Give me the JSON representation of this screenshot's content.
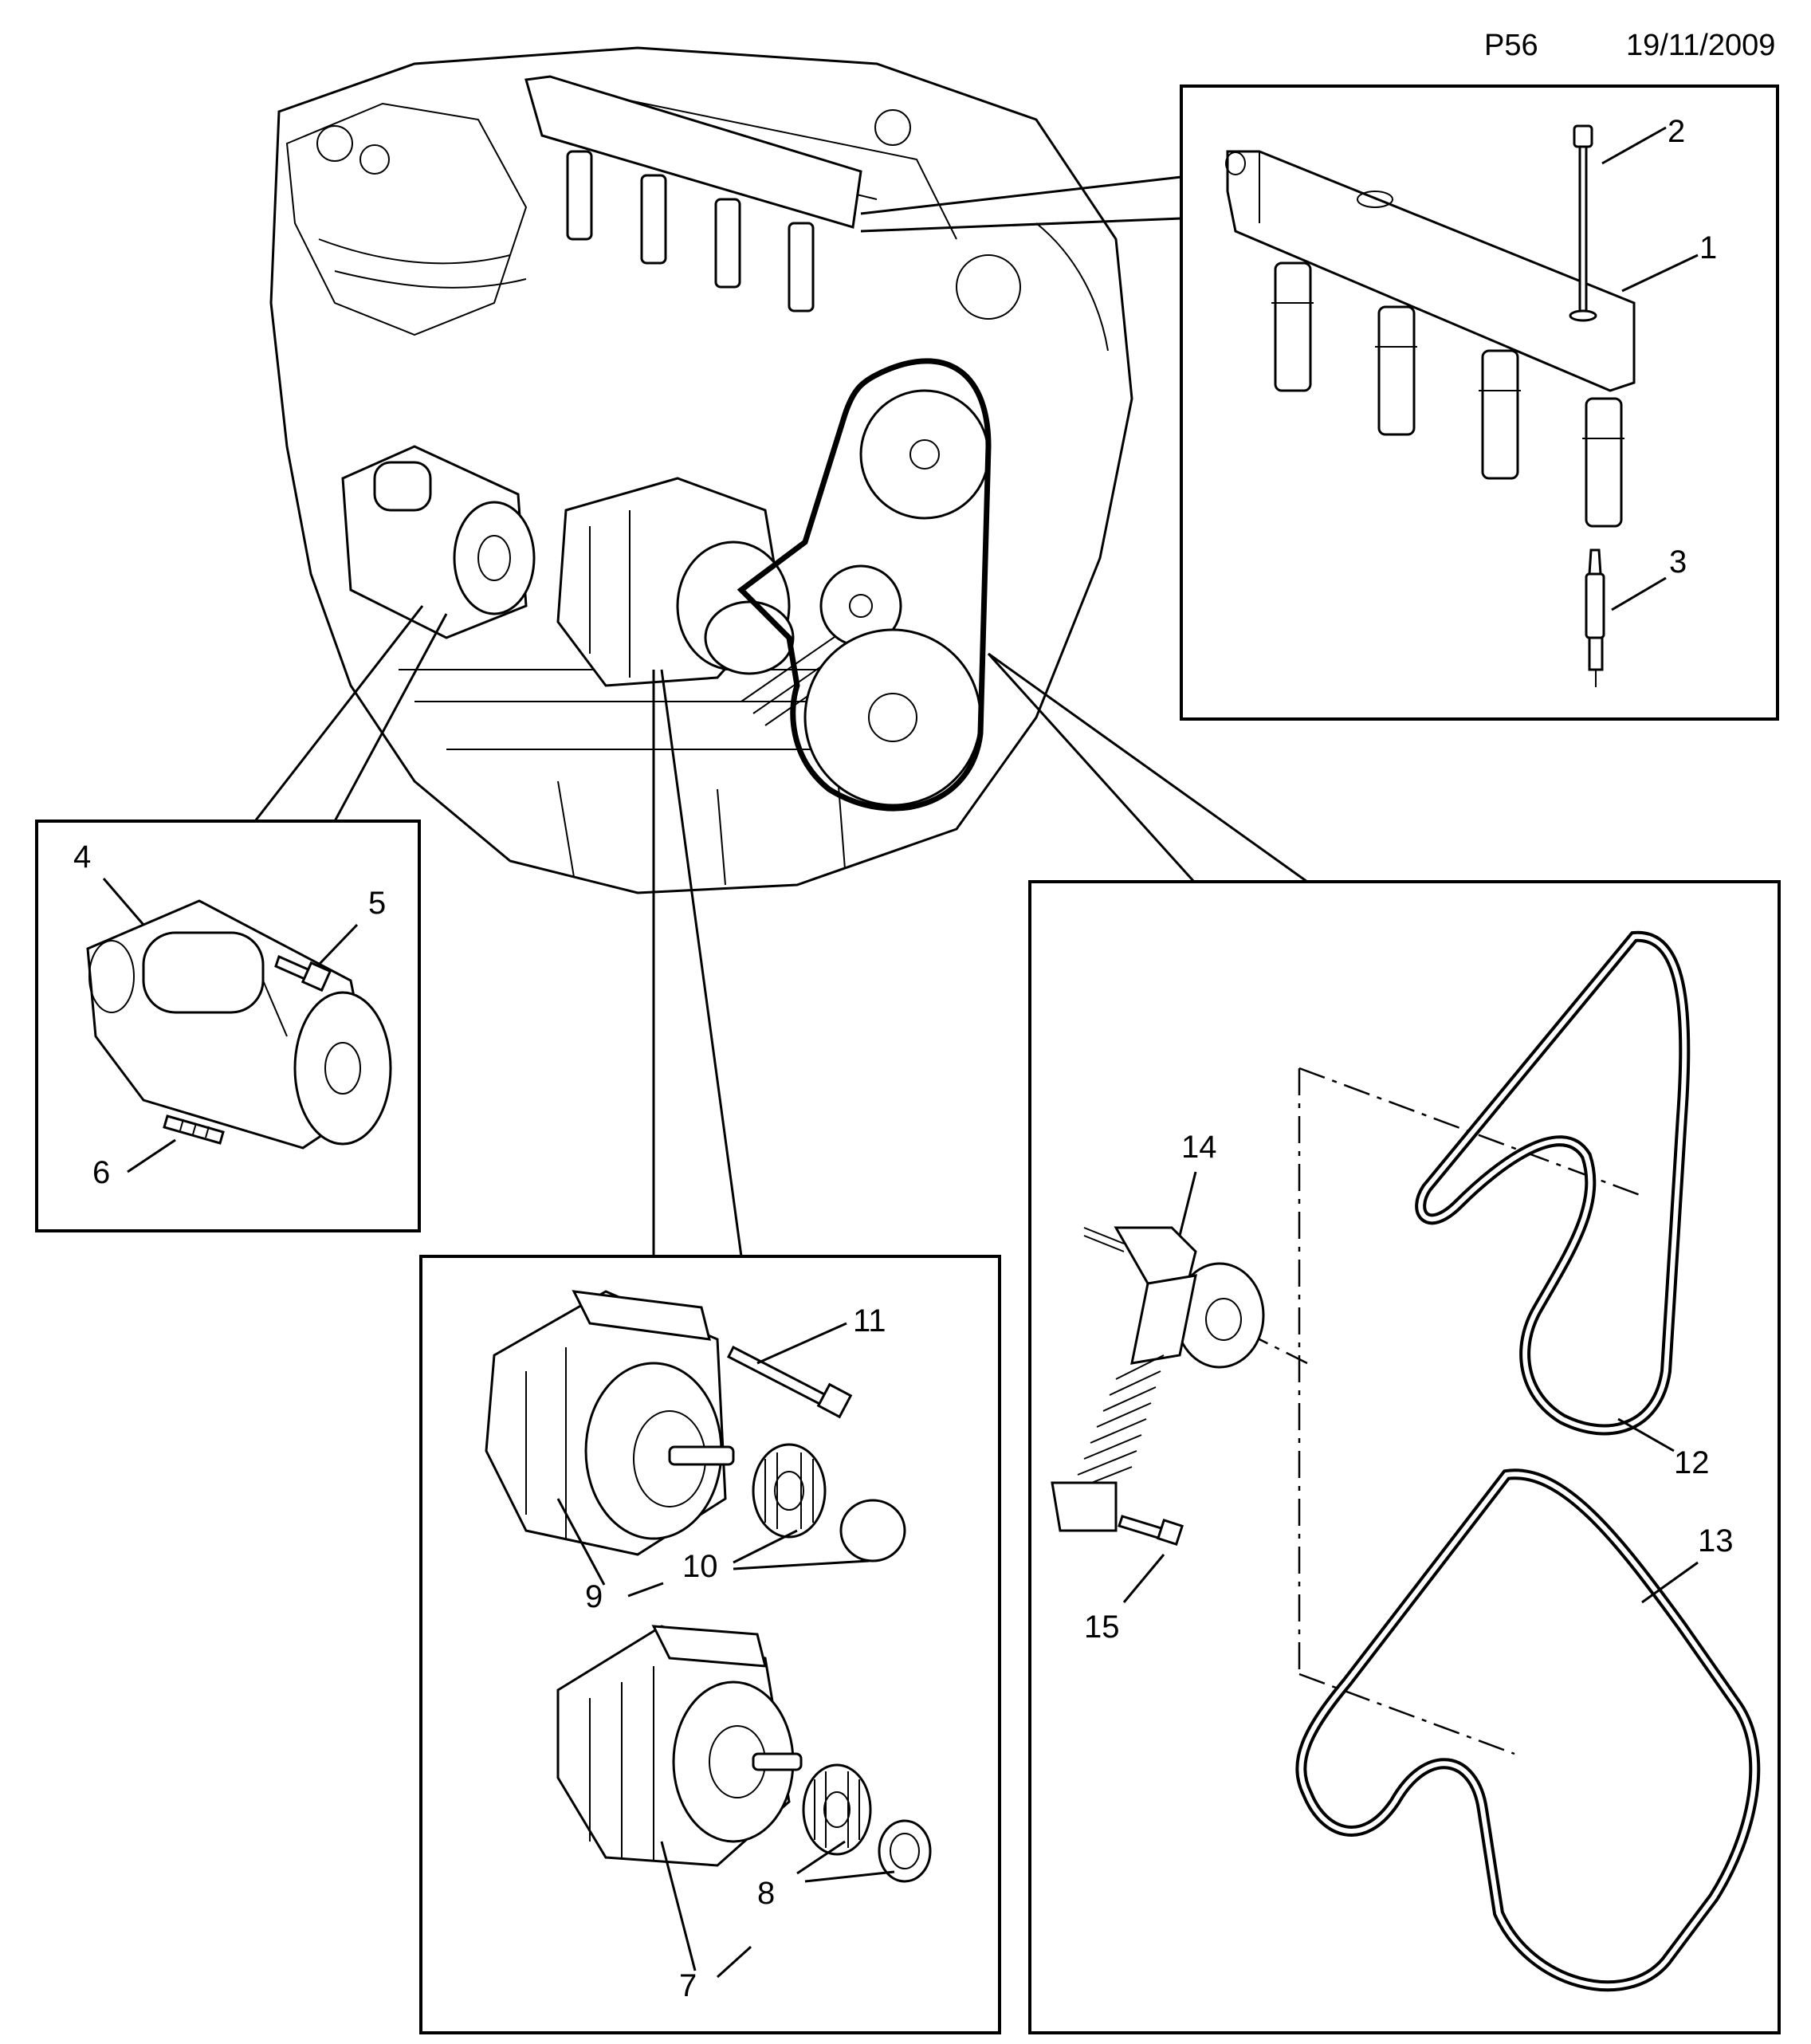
{
  "header": {
    "page_code": "P56",
    "date": "19/11/2009"
  },
  "callouts": {
    "c1": "1",
    "c2": "2",
    "c3": "3",
    "c4": "4",
    "c5": "5",
    "c6": "6",
    "c7": "7",
    "c8": "8",
    "c9": "9",
    "c10": "10",
    "c11": "11",
    "c12": "12",
    "c13": "13",
    "c14": "14",
    "c15": "15"
  }
}
